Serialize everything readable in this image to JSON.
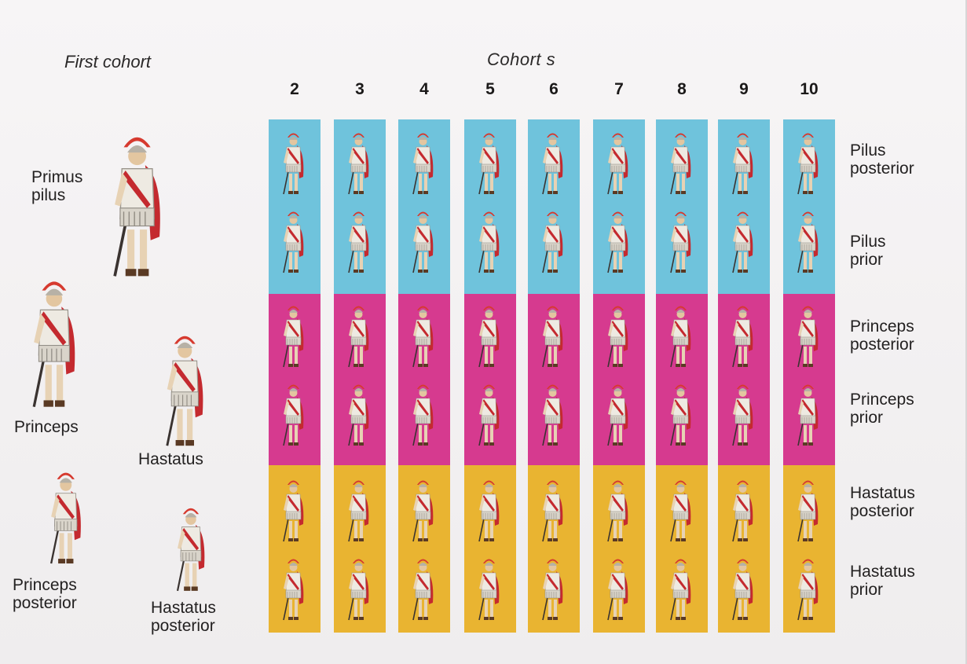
{
  "titles": {
    "first_cohort": "First cohort",
    "cohorts": "Cohort s"
  },
  "cohort_numbers": [
    "2",
    "3",
    "4",
    "5",
    "6",
    "7",
    "8",
    "9",
    "10"
  ],
  "rank_labels": [
    "Pilus\nposterior",
    "Pilus\nprior",
    "Princeps\nposterior",
    "Princeps\nprior",
    "Hastatus\nposterior",
    "Hastatus\nprior"
  ],
  "first_cohort_figures": {
    "primus_pilus": "Primus\npilus",
    "princeps": "Princeps",
    "hastatus": "Hastatus",
    "princeps_posterior": "Princeps\nposterior",
    "hastatus_posterior": "Hastatus\nposterior"
  },
  "colors": {
    "blue_band": "#6fc3dc",
    "pink_band": "#d63a8f",
    "yellow_band": "#e9b431",
    "tunic": "#eeeae2",
    "cloak": "#c42a2f",
    "crest": "#d63a2f"
  },
  "icons": {
    "centurion": "centurion-icon",
    "legionary": "legionary-icon"
  }
}
